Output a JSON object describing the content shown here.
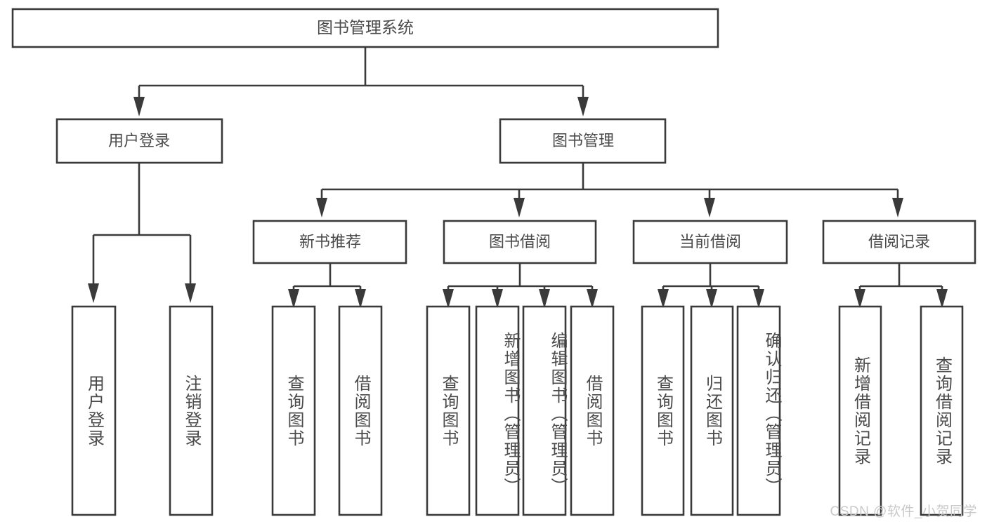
{
  "diagram": {
    "type": "tree-hierarchy",
    "orientation": "top-down",
    "watermark": "CSDN @软件_小贺同学",
    "root": {
      "label": "图书管理系统"
    },
    "level2": [
      {
        "label": "用户登录"
      },
      {
        "label": "图书管理"
      }
    ],
    "level3": [
      {
        "label": "新书推荐"
      },
      {
        "label": "图书借阅"
      },
      {
        "label": "当前借阅"
      },
      {
        "label": "借阅记录"
      }
    ],
    "leaves": {
      "user_login": [
        {
          "label": "用户登录"
        },
        {
          "label": "注销登录"
        }
      ],
      "new_book_recommend": [
        {
          "label": "查询图书"
        },
        {
          "label": "借阅图书"
        }
      ],
      "book_borrow": [
        {
          "label": "查询图书"
        },
        {
          "label": "新增图书（管理员）"
        },
        {
          "label": "编辑图书（管理员）"
        },
        {
          "label": "借阅图书"
        }
      ],
      "current_borrow": [
        {
          "label": "查询图书"
        },
        {
          "label": "归还图书"
        },
        {
          "label": "确认归还（管理员）"
        }
      ],
      "borrow_record": [
        {
          "label": "新增借阅记录"
        },
        {
          "label": "查询借阅记录"
        }
      ]
    },
    "colors": {
      "stroke": "#3a3a3a",
      "fill": "#ffffff",
      "text": "#4a4a4a",
      "watermark": "#c9c9c9"
    }
  }
}
